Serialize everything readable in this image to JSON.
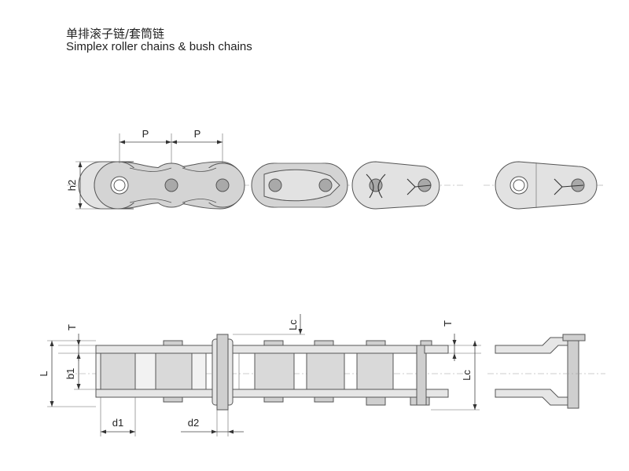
{
  "title_cn": "单排滚子链/套筒链",
  "title_en": "Simplex roller chains & bush chains",
  "labels": {
    "P1": "P",
    "P2": "P",
    "h2": "h2",
    "T_left": "T",
    "L": "L",
    "b1": "b1",
    "d1": "d1",
    "d2": "d2",
    "Lc_mid": "Lc",
    "T_right": "T",
    "Lc_right": "Lc"
  },
  "colors": {
    "plate": "#d4d4d4",
    "bush": "#a9a9a9",
    "line": "#555555"
  }
}
